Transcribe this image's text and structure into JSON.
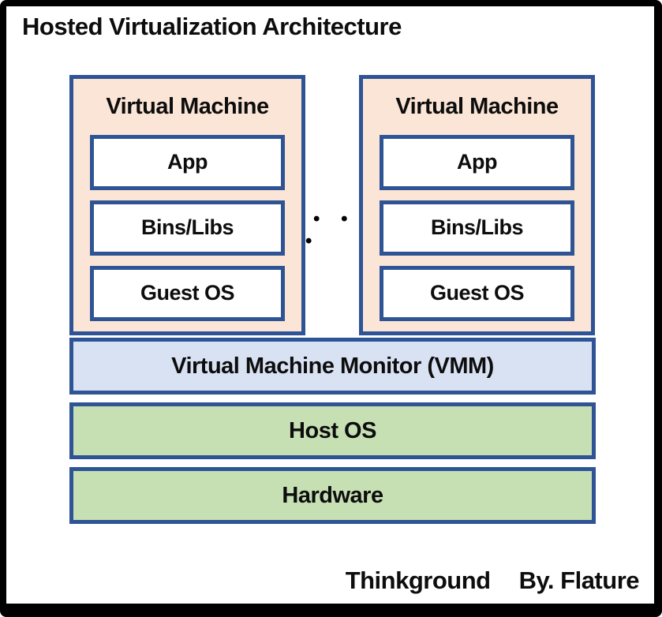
{
  "page": {
    "title": "Hosted Virtualization Architecture",
    "footer": {
      "brand": "Thinkground",
      "credit": "By. Flature"
    }
  },
  "diagram": {
    "separator_dots": "• • •",
    "vms": [
      {
        "title": "Virtual Machine",
        "layers": [
          "App",
          "Bins/Libs",
          "Guest OS"
        ]
      },
      {
        "title": "Virtual Machine",
        "layers": [
          "App",
          "Bins/Libs",
          "Guest OS"
        ]
      }
    ],
    "stack": [
      {
        "label": "Virtual Machine Monitor (VMM)"
      },
      {
        "label": "Host OS"
      },
      {
        "label": "Hardware"
      }
    ],
    "colors": {
      "frame_black": "#000000",
      "border_blue": "#2F5496",
      "vm_fill": "#FBE5D6",
      "vmm_fill": "#D9E2F3",
      "os_fill": "#C6E0B4"
    }
  }
}
